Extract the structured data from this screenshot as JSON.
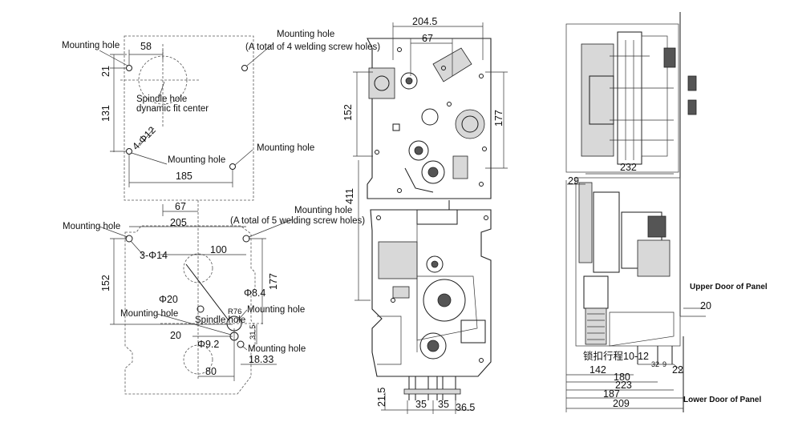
{
  "left_top": {
    "mounting_hole_1": "Mounting hole",
    "mounting_hole_2": "Mounting hole",
    "mounting_hole_2_note": "(A total of 4 welding screw holes)",
    "mounting_hole_3": "Mounting hole",
    "mounting_hole_4": "Mounting hole",
    "spindle_1": "Spindle hole",
    "spindle_2": "dynamic fit center",
    "d58": "58",
    "d21": "21",
    "d131": "131",
    "d_phi12": "4-Φ12",
    "d185": "185"
  },
  "left_bottom": {
    "d67": "67",
    "d205": "205",
    "mounting_hole_1": "Mounting hole",
    "mounting_hole_2": "Mounting hole",
    "mounting_hole_2_note": "(A total of 5 welding screw holes)",
    "mounting_hole_3": "Mounting hole",
    "mounting_hole_4": "Mounting hole",
    "mounting_hole_5": "Mounting hole",
    "spindle_hole": "Spindle hole",
    "d_3phi14": "3-Φ14",
    "d100": "100",
    "d152": "152",
    "d177": "177",
    "d_phi20": "Φ20",
    "d_phi84": "Φ8.4",
    "d_r76": "R76",
    "d20": "20",
    "d_phi92": "Φ9.2",
    "d315": "31.5",
    "d1833": "18.33",
    "d80": "80"
  },
  "middle": {
    "d2045": "204.5",
    "d67": "67",
    "d152": "152",
    "d177": "177",
    "d411": "411",
    "d215": "21.5",
    "d35a": "35",
    "d35b": "35",
    "d365": "36.5"
  },
  "right": {
    "d232": "232",
    "d29": "29",
    "upper_door": "Upper Door of Panel",
    "lower_door": "Lower Door of Panel",
    "d20": "20",
    "lock_text": "锁扣行程10-12",
    "d142": "142",
    "d32": "32",
    "d9": "9",
    "d22": "22",
    "d180": "180",
    "d223": "223",
    "d187": "187",
    "d209": "209"
  }
}
